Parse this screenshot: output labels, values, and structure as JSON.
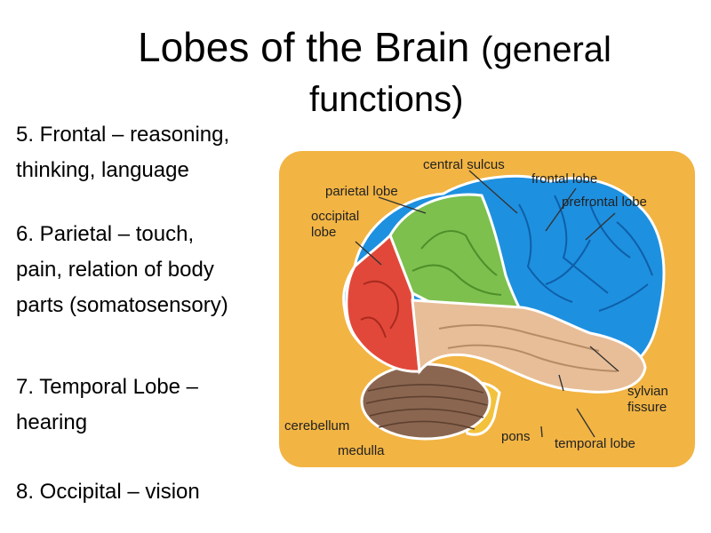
{
  "title": {
    "main": "Lobes of the Brain",
    "paren": "(general",
    "line2": "functions)"
  },
  "items": [
    {
      "line1": "5.  Frontal – reasoning,",
      "line2": "thinking, language"
    },
    {
      "line1": "6. Parietal – touch,",
      "line2": "pain, relation of body",
      "line3": "parts (somatosensory)"
    },
    {
      "line1": "7.  Temporal Lobe –",
      "line2": "hearing"
    },
    {
      "line1": "8.  Occipital – vision"
    }
  ],
  "diagram": {
    "labels": {
      "central_sulcus": "central sulcus",
      "frontal_lobe": "frontal lobe",
      "parietal_lobe": "parietal lobe",
      "prefrontal_lobe": "prefrontal lobe",
      "occipital_1": "occipital",
      "occipital_2": "lobe",
      "sylvian_1": "sylvian",
      "sylvian_2": "fissure",
      "cerebellum": "cerebellum",
      "pons": "pons",
      "temporal_lobe": "temporal lobe",
      "medulla": "medulla"
    },
    "colors": {
      "background": "#F2B443",
      "frontal": "#1E90E0",
      "parietal": "#7DC04E",
      "occipital": "#E2483A",
      "temporal": "#E8BE98",
      "cerebellum": "#8A6650",
      "brainstem": "#F3C23C"
    }
  }
}
